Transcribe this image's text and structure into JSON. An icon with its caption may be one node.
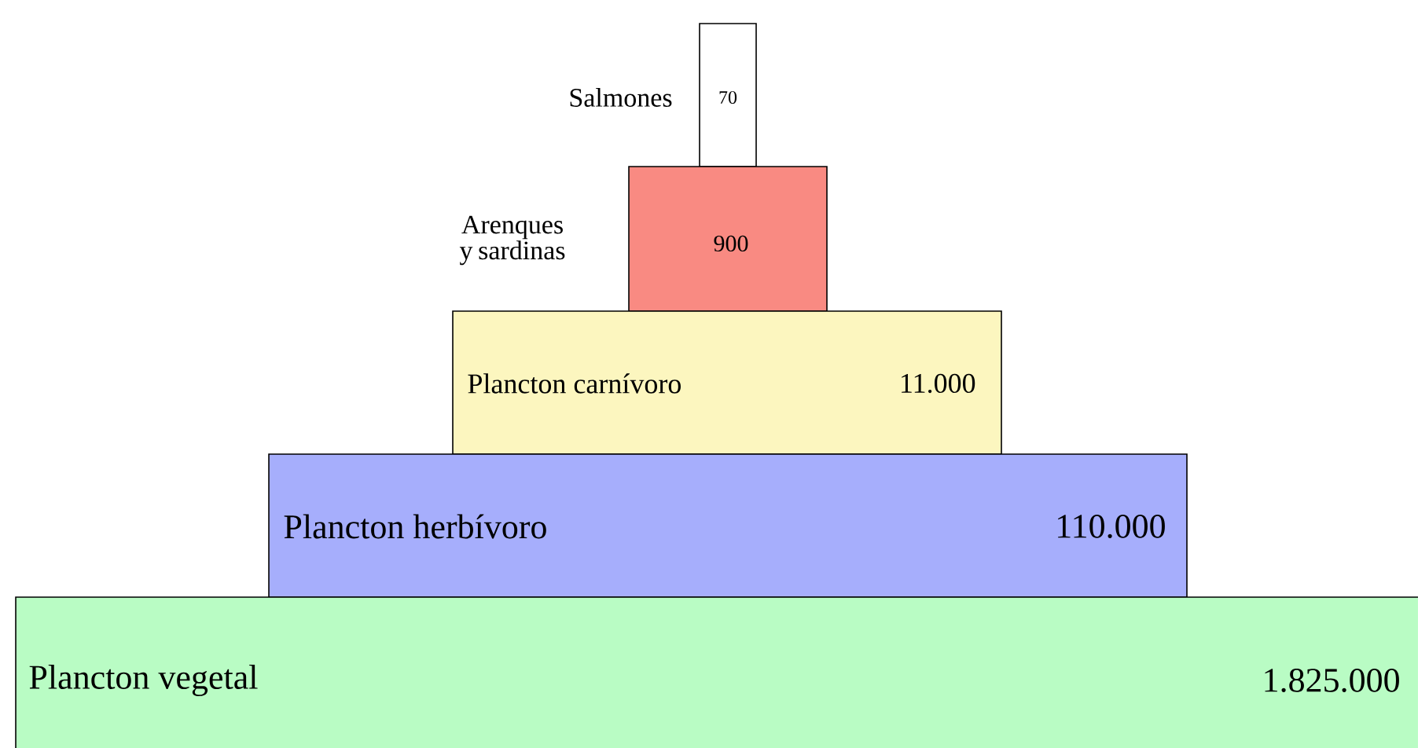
{
  "diagram": {
    "nodes": [
      {
        "text": [
          "Salmones",
          "70"
        ]
      },
      {
        "text": [
          "Arenques y sardinas",
          "900"
        ]
      },
      {
        "text": [
          "Plancton carnívoro",
          "11.000"
        ]
      },
      {
        "text": [
          "Plancton herbívoro",
          "110.000"
        ]
      },
      {
        "text": [
          "Plancton vegetal",
          "1.825.000"
        ]
      }
    ]
  }
}
